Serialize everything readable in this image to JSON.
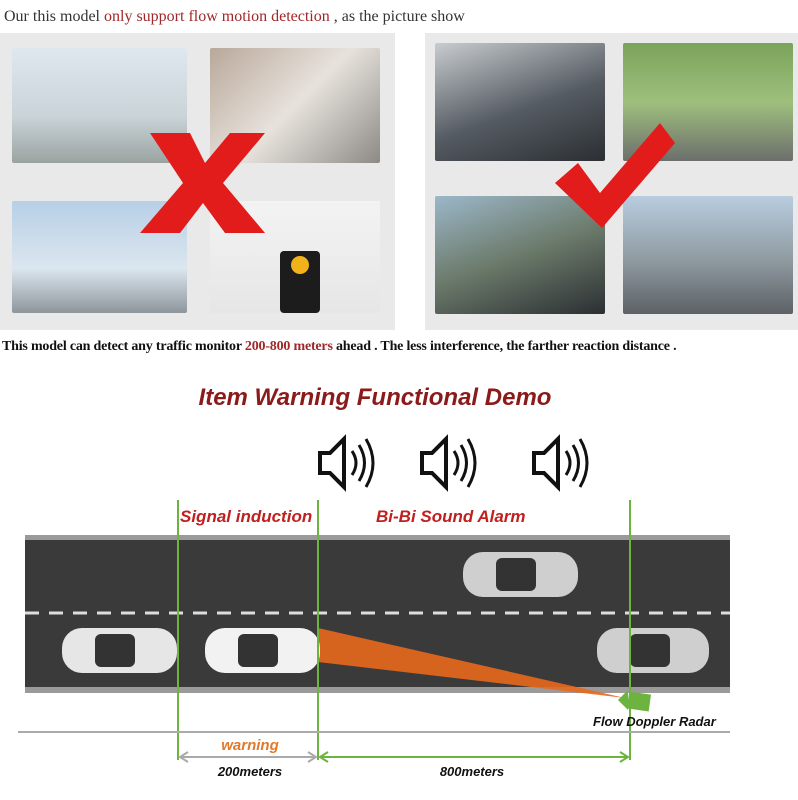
{
  "top_text": {
    "prefix": "Our this model ",
    "highlight": "only support flow motion detection",
    "suffix": " , as the picture show"
  },
  "mid_text": {
    "prefix": "This model can detect any traffic monitor ",
    "highlight": "200-800 meters",
    "suffix": " ahead . The less interference, the farther reaction distance ."
  },
  "diagram": {
    "title": "Item Warning Functional Demo",
    "signal_label": "Signal induction",
    "alarm_label": "Bi-Bi Sound Alarm",
    "radar_label": "Flow  Doppler Radar",
    "warning_label": "warning",
    "distance_1": "200meters",
    "distance_2": "800meters"
  },
  "colors": {
    "accent_red": "#a0282a",
    "green": "#6db33f",
    "orange": "#e8691c",
    "road": "#3a3a3a"
  }
}
